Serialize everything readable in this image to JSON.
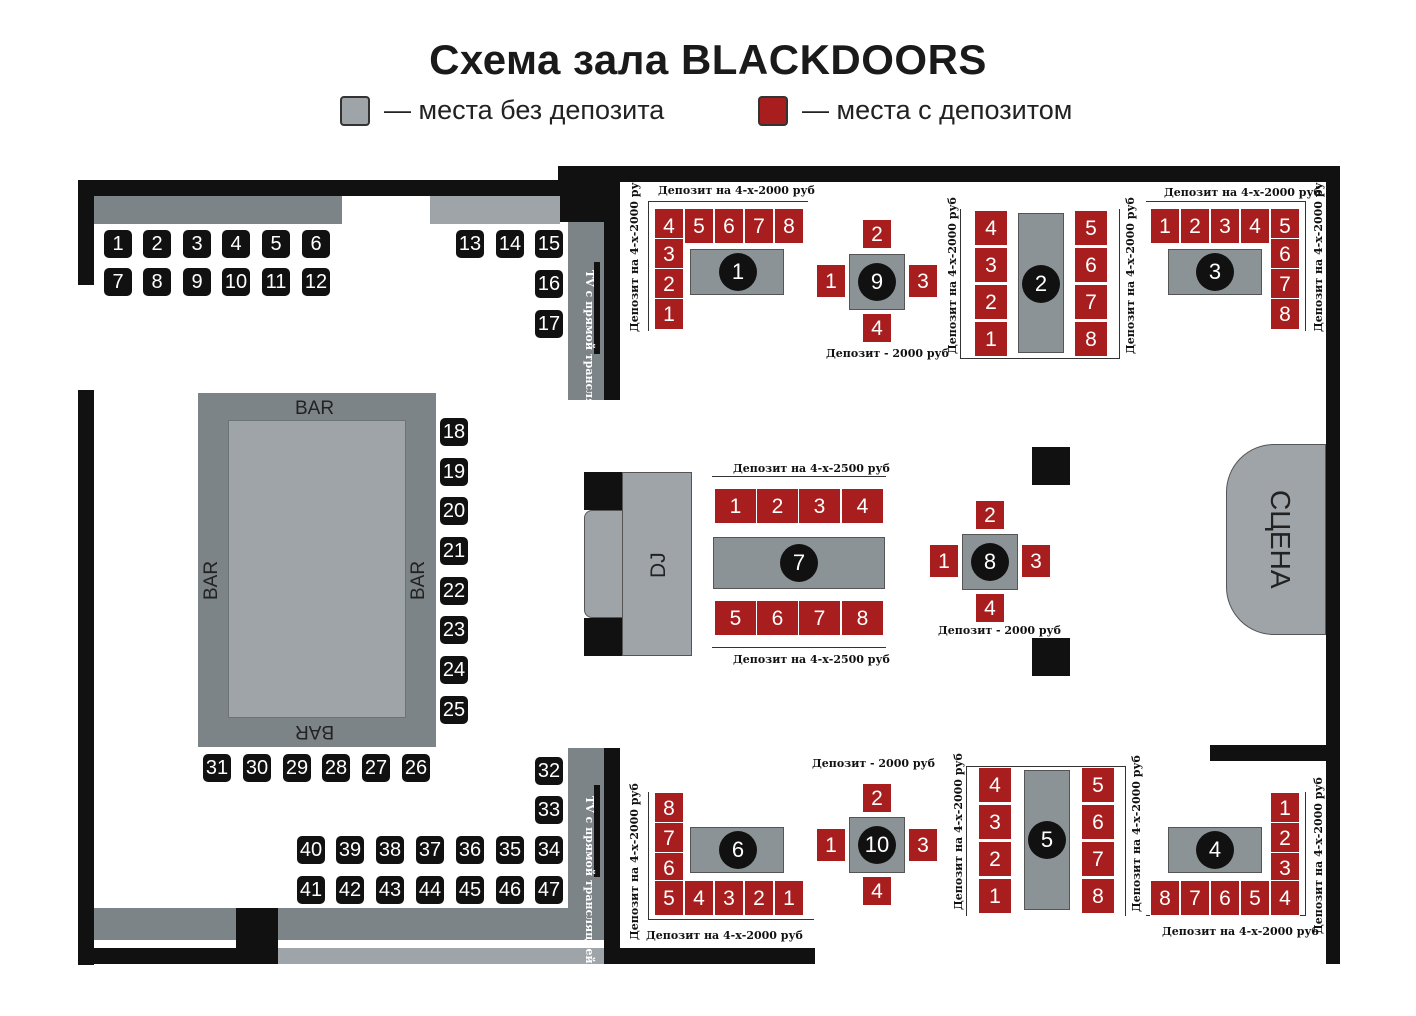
{
  "title": "Схема зала BLACKDOORS",
  "legend": {
    "no_deposit": {
      "label": "— места без депозита",
      "color": "#9ea4a7"
    },
    "deposit": {
      "label": "— места с депозитом",
      "color": "#a81d1d"
    }
  },
  "bar_seats": [
    "1",
    "2",
    "3",
    "4",
    "5",
    "6",
    "7",
    "8",
    "9",
    "10",
    "11",
    "12",
    "13",
    "14",
    "15",
    "16",
    "17",
    "18",
    "19",
    "20",
    "21",
    "22",
    "23",
    "24",
    "25",
    "26",
    "27",
    "28",
    "29",
    "30",
    "31",
    "32",
    "33",
    "34",
    "35",
    "36",
    "37",
    "38",
    "39",
    "40",
    "41",
    "42",
    "43",
    "44",
    "45",
    "46",
    "47"
  ],
  "bar": {
    "label": "BAR"
  },
  "dj": {
    "label": "DJ"
  },
  "stage": {
    "label": "СЦЕНА"
  },
  "tv": {
    "label_top": "TV с прямой трансляцией",
    "label_bottom": "TV с прямой трансляцией"
  },
  "tables": [
    "1",
    "2",
    "3",
    "4",
    "5",
    "6",
    "7",
    "8",
    "9",
    "10"
  ],
  "seat_labels": [
    "1",
    "2",
    "3",
    "4",
    "5",
    "6",
    "7",
    "8"
  ],
  "deposits": {
    "d4_2000": "Депозит на 4-х-2000 руб",
    "d4_2500": "Депозит на 4-х-2500 руб",
    "d2000": "Депозит - 2000 руб"
  }
}
